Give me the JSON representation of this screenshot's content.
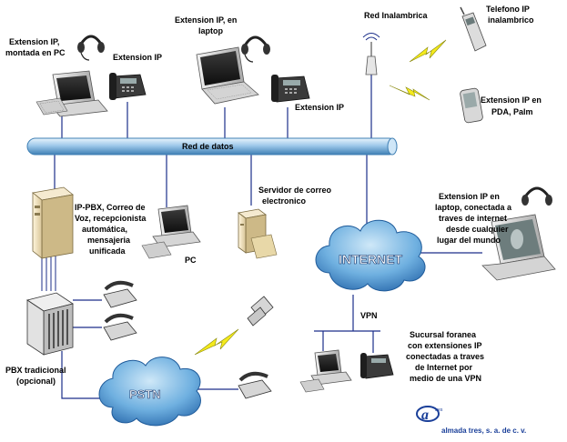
{
  "labels": {
    "ext_pc_1": "Extension IP,",
    "ext_pc_2": "montada en PC",
    "ext_ip_top": "Extension IP",
    "ext_laptop_1": "Extension IP, en",
    "ext_laptop_2": "laptop",
    "ext_ip_mid": "Extension IP",
    "red_inalambrica": "Red Inalambrica",
    "tel_ip_1": "Telefono IP",
    "tel_ip_2": "inalambrico",
    "pda_1": "Extension IP en",
    "pda_2": "PDA, Palm",
    "red_datos": "Red de datos",
    "ippbx_1": "IP-PBX, Correo de",
    "ippbx_2": "Voz, recepcionista",
    "ippbx_3": "automática,",
    "ippbx_4": "mensajeria",
    "ippbx_5": "unificada",
    "pc": "PC",
    "servidor_1": "Servidor de correo",
    "servidor_2": "electronico",
    "remote_1": "Extension IP en",
    "remote_2": "laptop, conectada a",
    "remote_3": "traves de internet",
    "remote_4": "desde cualquier",
    "remote_5": "lugar del mundo",
    "internet": "INTERNET",
    "vpn": "VPN",
    "sucursal_1": "Sucursal foranea",
    "sucursal_2": "con extensiones IP",
    "sucursal_3": "conectadas a traves",
    "sucursal_4": "de Internet por",
    "sucursal_5": "medio de una VPN",
    "pbx_1": "PBX tradicional",
    "pbx_2": "(opcional)",
    "pstn": "PSTN",
    "company": "almada tres, s. a. de c. v.",
    "logo_small": "tres"
  },
  "colors": {
    "bus": "#9ec9ea",
    "bus_dark": "#3f7fb4",
    "line": "#1c2f8a",
    "cloud": "#5fa3d8",
    "cloud_light": "#b9dcf4",
    "bolt": "#f4ea1c",
    "company": "#1a3f99"
  }
}
